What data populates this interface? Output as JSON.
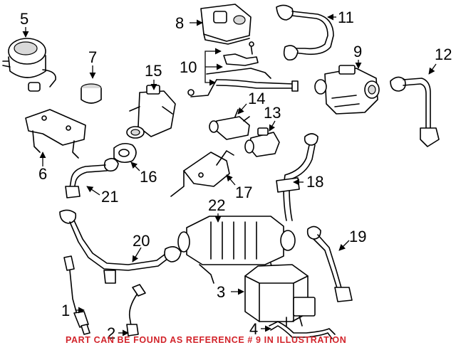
{
  "callouts": {
    "c1": "1",
    "c2": "2",
    "c3": "3",
    "c4": "4",
    "c5": "5",
    "c6": "6",
    "c7": "7",
    "c8": "8",
    "c9": "9",
    "c10": "10",
    "c11": "11",
    "c12": "12",
    "c13": "13",
    "c14": "14",
    "c15": "15",
    "c16": "16",
    "c17": "17",
    "c18": "18",
    "c19": "19",
    "c20": "20",
    "c21": "21",
    "c22": "22"
  },
  "note": "PART CAN BE FOUND AS REFERENCE # 9 IN ILLUSTRATION",
  "colors": {
    "note": "#d2232a",
    "line": "#000000",
    "background": "#ffffff"
  }
}
